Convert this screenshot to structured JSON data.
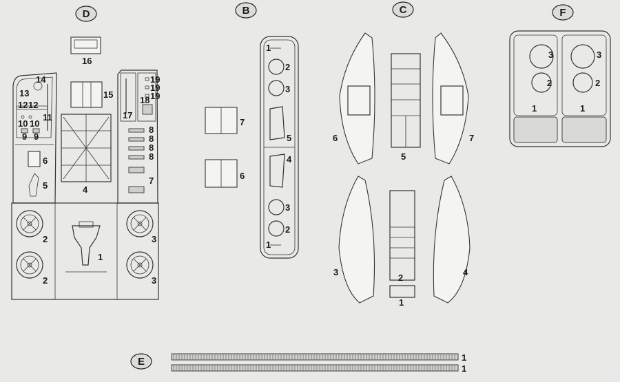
{
  "sprues": {
    "D": {
      "letter": "D",
      "parts": [
        "16",
        "14",
        "13",
        "12",
        "12",
        "11",
        "10",
        "10",
        "9",
        "9",
        "15",
        "19",
        "19",
        "19",
        "18",
        "17",
        "8",
        "8",
        "8",
        "8",
        "7",
        "6",
        "5",
        "4",
        "2",
        "2",
        "1",
        "3",
        "3"
      ]
    },
    "B": {
      "letter": "B",
      "parts": [
        "7",
        "6",
        "1",
        "2",
        "3",
        "5",
        "4",
        "3",
        "2",
        "1"
      ]
    },
    "C": {
      "letter": "C",
      "parts": [
        "6",
        "5",
        "7",
        "3",
        "2",
        "1",
        "4"
      ]
    },
    "F": {
      "letter": "F",
      "parts": [
        "3",
        "3",
        "2",
        "2",
        "1",
        "1"
      ]
    },
    "E": {
      "letter": "E",
      "parts": [
        "1",
        "1"
      ]
    }
  },
  "colors": {
    "paper": "#e9e9e7",
    "line": "#333333",
    "label_ellipse": "#dcdcda"
  }
}
